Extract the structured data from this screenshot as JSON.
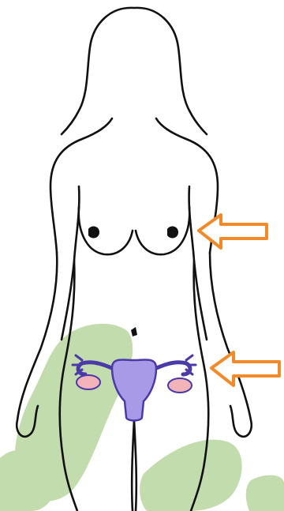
{
  "figure": {
    "subject": "female-body-outline-with-reproductive-organs",
    "arrows": [
      {
        "target": "breasts",
        "direction": "left"
      },
      {
        "target": "uterus-and-ovaries",
        "direction": "left"
      }
    ],
    "organs": [
      "uterus",
      "left-ovary",
      "right-ovary",
      "left-fallopian-tube",
      "right-fallopian-tube"
    ],
    "colors": {
      "background": "#ffffff",
      "outline": "#111111",
      "foliage": "#b8d6a0",
      "uterus": "#a99ae8",
      "uterus_outline": "#4a3aa8",
      "ovary": "#f2b3b9",
      "arrow_fill": "#ffffff",
      "arrow_stroke": "#f28a2a"
    }
  }
}
